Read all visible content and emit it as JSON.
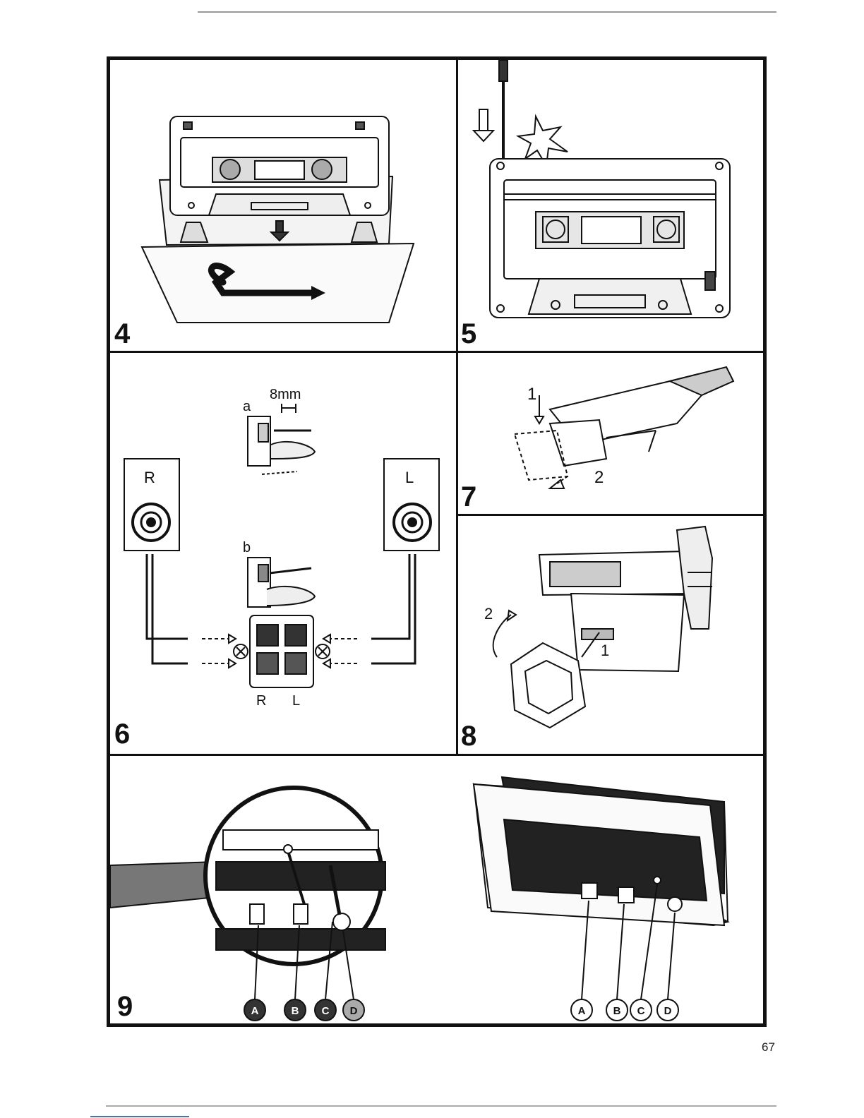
{
  "page_number": "67",
  "panels": {
    "p4": {
      "number": "4"
    },
    "p5": {
      "number": "5"
    },
    "p6": {
      "number": "6",
      "measure": "8mm",
      "step_a": "a",
      "step_b": "b",
      "speaker_right": "R",
      "speaker_left": "L",
      "terminal_right": "R",
      "terminal_left": "L"
    },
    "p7": {
      "number": "7",
      "step1": "1",
      "step2": "2"
    },
    "p8": {
      "number": "8",
      "step1": "1",
      "step2": "2"
    },
    "p9": {
      "number": "9",
      "callouts_zoom": [
        "A",
        "B",
        "C",
        "D"
      ],
      "callouts_frame": [
        "A",
        "B",
        "C",
        "D"
      ]
    }
  }
}
